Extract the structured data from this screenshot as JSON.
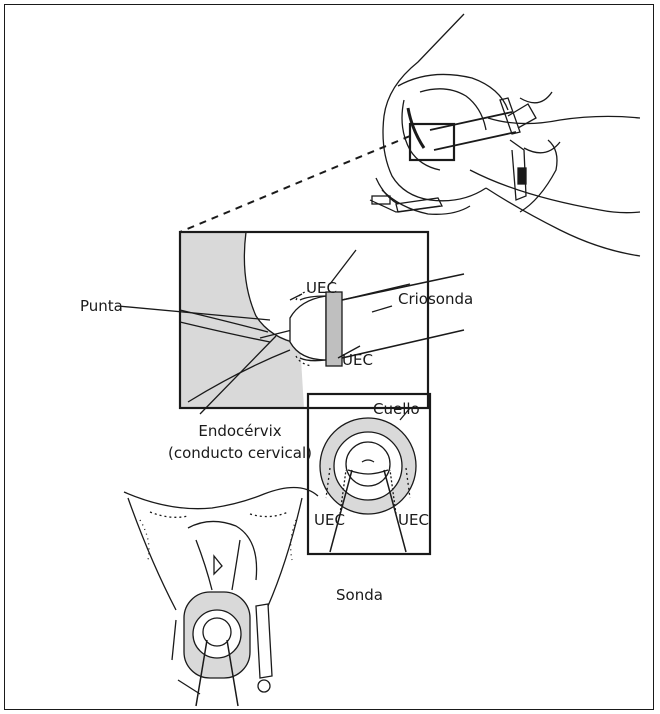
{
  "labels": {
    "uec_upper": "UEC",
    "criosonda": "Criosonda",
    "punta": "Punta",
    "uec_lower": "UEC",
    "endocervix": "Endocérvix",
    "conducto": "(conducto cervical)",
    "cuello": "Cuello",
    "uec_left": "UEC",
    "uec_right": "UEC",
    "sonda": "Sonda"
  },
  "colors": {
    "ink": "#1a1a1a",
    "shade": "#d9d9d9",
    "shade_dark": "#bfbfbf"
  }
}
